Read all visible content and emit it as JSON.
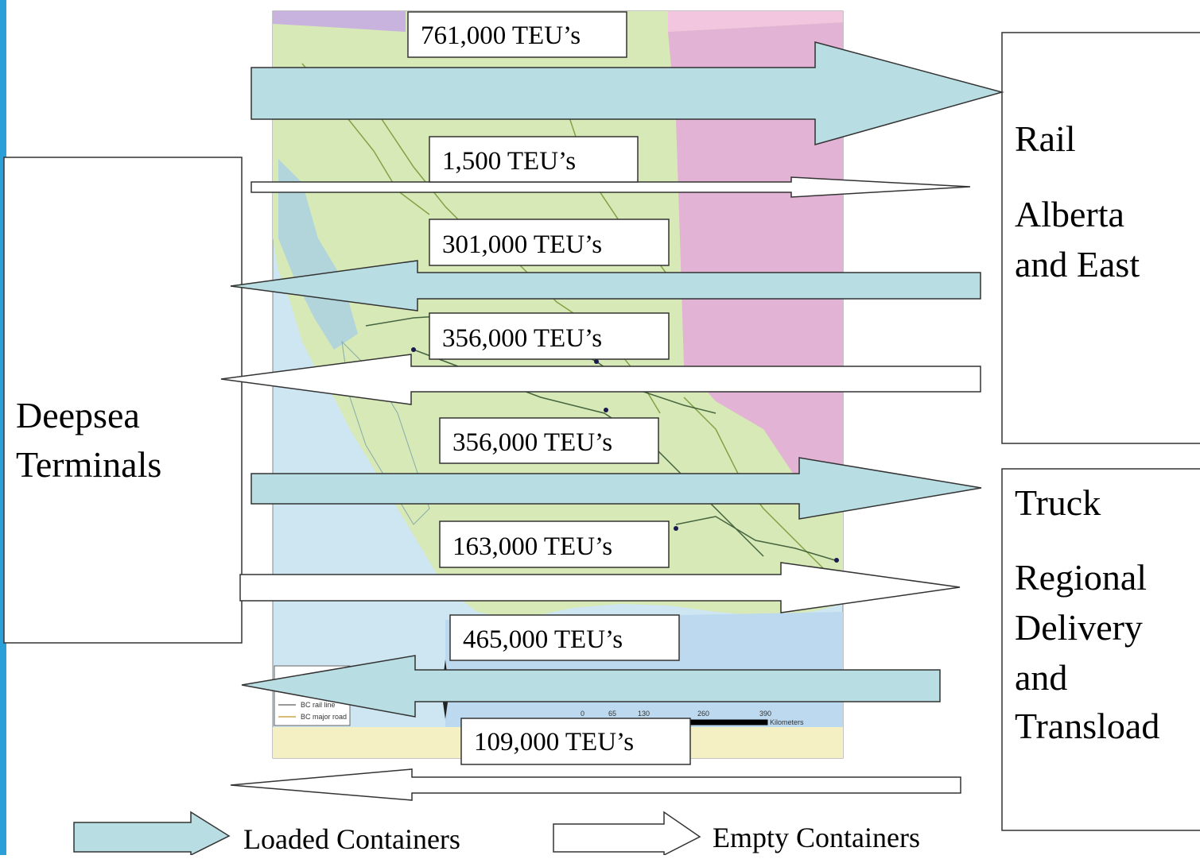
{
  "colors": {
    "loaded_fill": "#b8dde2",
    "empty_fill": "#ffffff",
    "stroke": "#333333",
    "map_ocean": "#cde6f2",
    "map_land": "#d7e9b6",
    "map_alberta": "#e2b3d4",
    "map_usa": "#f5f0c4",
    "sidebar": "#2a9fd8"
  },
  "left_box": {
    "lines": [
      "Deepsea",
      "Terminals"
    ]
  },
  "rail_box": {
    "title": "Rail",
    "lines": [
      "Alberta",
      "and East"
    ]
  },
  "truck_box": {
    "title": "Truck",
    "lines": [
      "Regional",
      "Delivery",
      "and",
      "Transload"
    ]
  },
  "flows": [
    {
      "label": "761,000 TEU’s",
      "type": "loaded",
      "direction": "out",
      "destination": "Rail"
    },
    {
      "label": "1,500 TEU’s",
      "type": "empty",
      "direction": "out",
      "destination": "Rail"
    },
    {
      "label": "301,000 TEU’s",
      "type": "loaded",
      "direction": "in",
      "destination": "Rail"
    },
    {
      "label": "356,000 TEU’s",
      "type": "empty",
      "direction": "in",
      "destination": "Rail"
    },
    {
      "label": "356,000 TEU’s",
      "type": "loaded",
      "direction": "out",
      "destination": "Truck"
    },
    {
      "label": "163,000 TEU’s",
      "type": "empty",
      "direction": "out",
      "destination": "Truck"
    },
    {
      "label": "465,000 TEU’s",
      "type": "loaded",
      "direction": "in",
      "destination": "Truck"
    },
    {
      "label": "109,000 TEU’s",
      "type": "empty",
      "direction": "in",
      "destination": "Truck"
    }
  ],
  "legend": {
    "loaded": "Loaded Containers",
    "empty": "Empty Containers"
  },
  "map_scale": {
    "ticks": [
      "0",
      "65",
      "130",
      "260",
      "390"
    ],
    "unit": "Kilometers"
  },
  "map_legend": [
    "BC rail line",
    "BC major road"
  ]
}
